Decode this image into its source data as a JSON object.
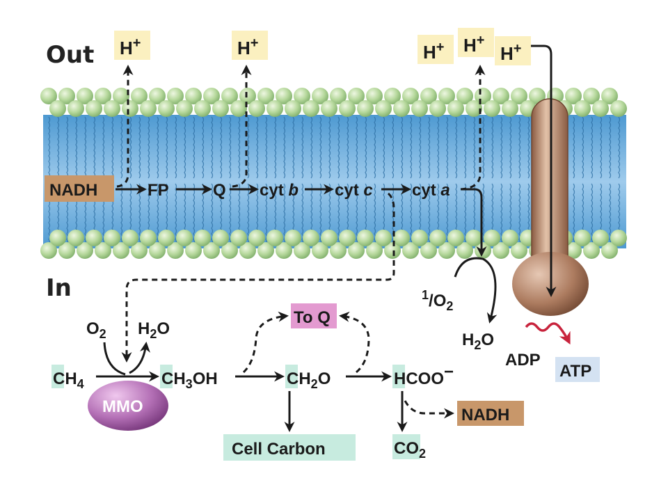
{
  "sides": {
    "out": "Out",
    "in": "In"
  },
  "protons": {
    "h": "H",
    "plus": "+"
  },
  "chain": {
    "nadh": "NADH",
    "fp": "FP",
    "q": "Q",
    "cyt_b": "cyt",
    "cyt_b_letter": "b",
    "cyt_c": "cyt",
    "cyt_c_letter": "c",
    "cyt_a": "cyt",
    "cyt_a_letter": "a"
  },
  "oxygen": {
    "half_num": "1",
    "half_den": "2",
    "o2": "O",
    "o2_sub": "2",
    "h2o_h": "H",
    "h2o_sub": "2",
    "h2o_o": "O"
  },
  "atp_synthase": {
    "adp": "ADP",
    "atp": "ATP"
  },
  "pathway": {
    "ch4": "CH",
    "ch4_sub": "4",
    "o2": "O",
    "o2_sub": "2",
    "h2o_h": "H",
    "h2o_sub": "2",
    "h2o_o": "O",
    "mmo": "MMO",
    "ch3oh_a": "CH",
    "ch3oh_sub": "3",
    "ch3oh_b": "OH",
    "ch2o_a": "CH",
    "ch2o_sub": "2",
    "ch2o_b": "O",
    "to_q": "To Q",
    "hcoo_h": "H",
    "hcoo_rest": "COO",
    "hcoo_charge": "−",
    "nadh": "NADH",
    "cell_carbon": "Cell Carbon",
    "co2": "CO",
    "co2_sub": "2"
  },
  "colors": {
    "proton_box": "#fbf0c0",
    "nadh_box": "#c8976a",
    "atp_box": "#d4e2f2",
    "to_q_box": "#e39ad0",
    "green_box": "#c7ebdf",
    "membrane_blue": "#5fa6d8",
    "lipid_head": "#b6d89c",
    "synthase": "#b98a6e",
    "mmo": "#b070b4",
    "red_arrow": "#c8233c"
  }
}
